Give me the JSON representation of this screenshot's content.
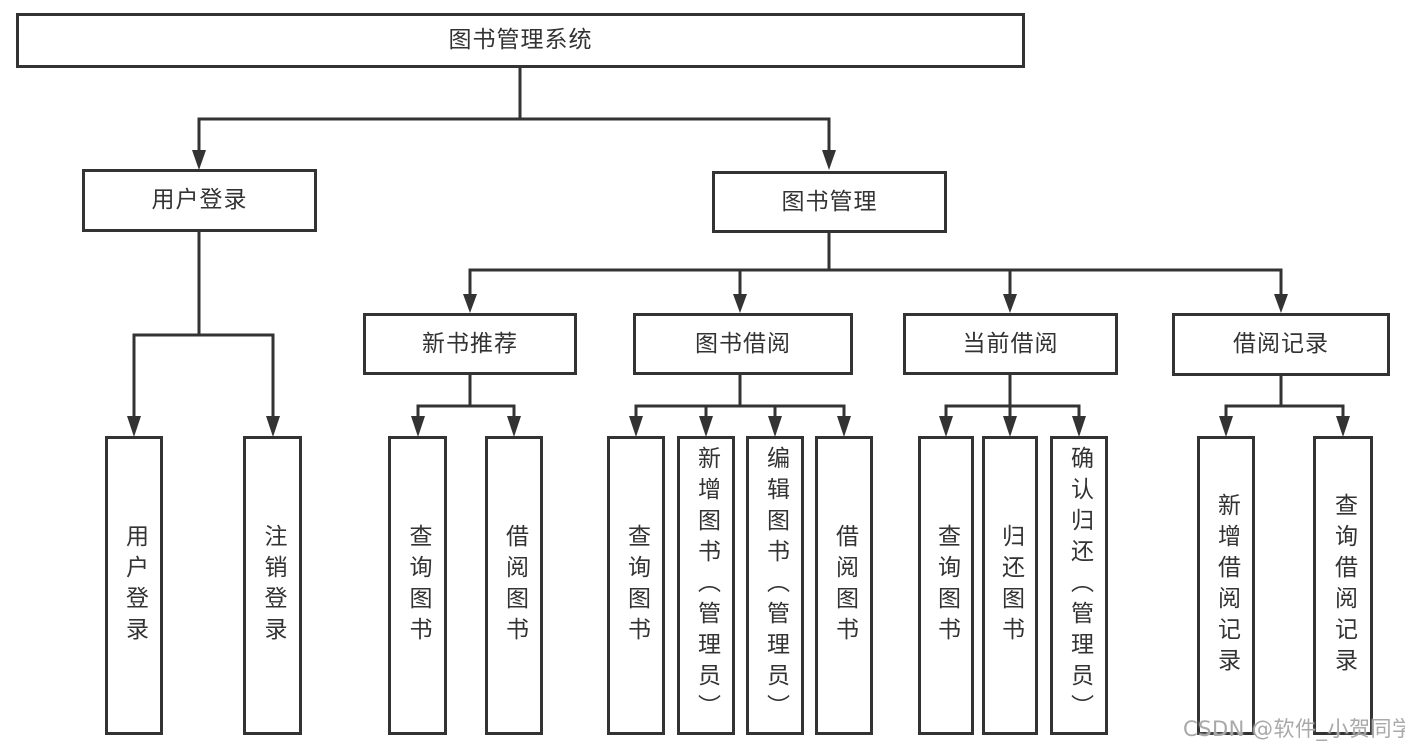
{
  "watermark": "CSDN @软件_小贺同学",
  "colors": {
    "line": "#333333",
    "text": "#333333",
    "background": "#ffffff",
    "watermark": "#a9a9a9"
  },
  "nodes": {
    "root": {
      "label": "图书管理系统"
    },
    "login": {
      "label": "用户登录",
      "children": [
        "用户登录",
        "注销登录"
      ]
    },
    "management": {
      "label": "图书管理"
    },
    "recommend": {
      "label": "新书推荐",
      "children": [
        "查询图书",
        "借阅图书"
      ]
    },
    "borrow": {
      "label": "图书借阅",
      "children": [
        "查询图书",
        "新增图书（管理员）",
        "编辑图书（管理员）",
        "借阅图书"
      ]
    },
    "current": {
      "label": "当前借阅",
      "children": [
        "查询图书",
        "归还图书",
        "确认归还（管理员）"
      ]
    },
    "records": {
      "label": "借阅记录",
      "children": [
        "新增借阅记录",
        "查询借阅记录"
      ]
    }
  }
}
